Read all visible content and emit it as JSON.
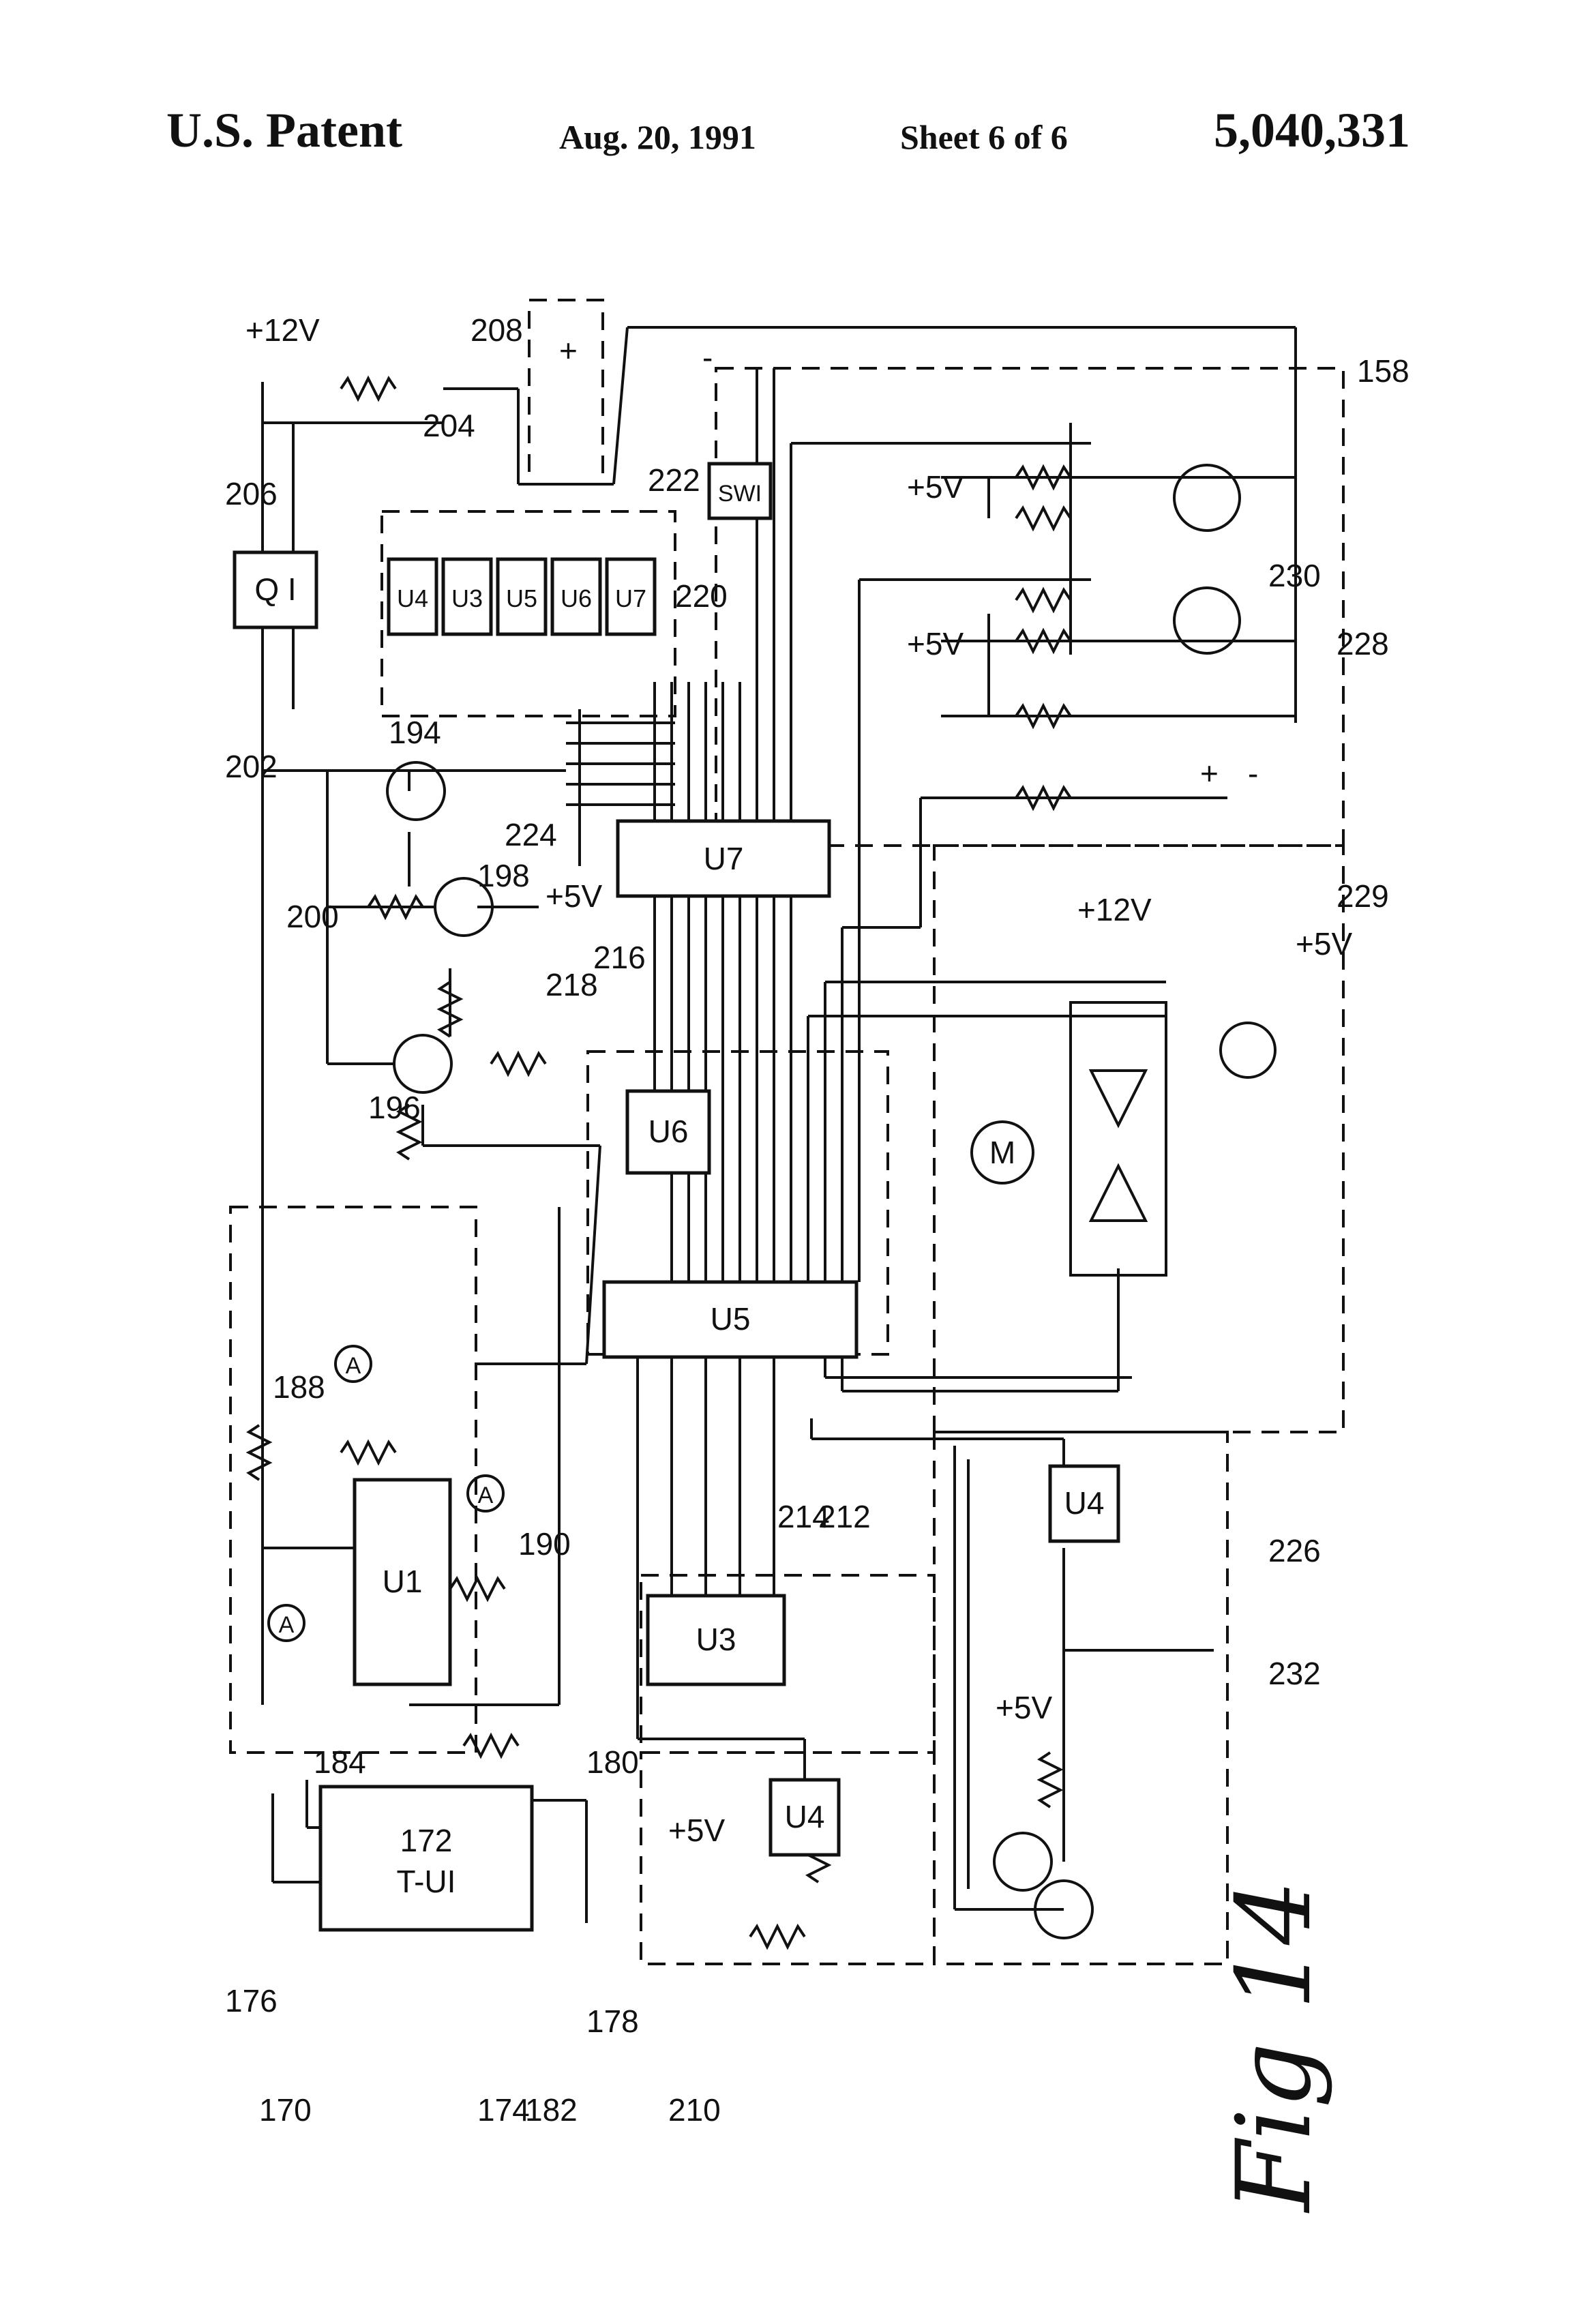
{
  "header": {
    "left": "U.S. Patent",
    "date": "Aug. 20, 1991",
    "sheet": "Sheet 6 of 6",
    "patent_number": "5,040,331"
  },
  "figure": {
    "label": "Fig 14",
    "components": {
      "q1": "Q I",
      "u1": "U1",
      "u3": "U3",
      "u4_top": "U4",
      "u4_bottom": "U4",
      "u5": "U5",
      "u6": "U6",
      "u7": "U7",
      "sw1": "SWI",
      "t_ui": "T-UI",
      "tui_num": "172",
      "sock_u4": "U4",
      "sock_u3": "U3",
      "sock_u5": "U5",
      "sock_u6": "U6",
      "sock_u7": "U7",
      "motor": "M"
    },
    "voltages": {
      "v12_top": "+12V",
      "v5_a": "+5V",
      "v5_b": "+5V",
      "v5_c": "+5V",
      "v12_motor": "+12V",
      "v5_motor": "+5V",
      "v5_u4": "+5V",
      "v5_bot": "+5V"
    },
    "ref_numerals": {
      "r158": "158",
      "r170": "170",
      "r174": "174",
      "r176": "176",
      "r178": "178",
      "r180": "180",
      "r182": "182",
      "r184": "184",
      "r188": "188",
      "r190": "190",
      "r194": "194",
      "r196": "196",
      "r198": "198",
      "r200": "200",
      "r202": "202",
      "r204": "204",
      "r206": "206",
      "r208": "208",
      "r210": "210",
      "r212": "212",
      "r214": "214",
      "r216": "216",
      "r218": "218",
      "r220": "220",
      "r222": "222",
      "r224": "224",
      "r226": "226",
      "r228": "228",
      "r229": "229",
      "r230": "230",
      "r232": "232"
    },
    "marks": {
      "amp_a": "A",
      "amp_b": "A",
      "amp_c": "A",
      "plus1": "+",
      "minus1": "-",
      "plus2": "+",
      "minus2": "-"
    }
  }
}
